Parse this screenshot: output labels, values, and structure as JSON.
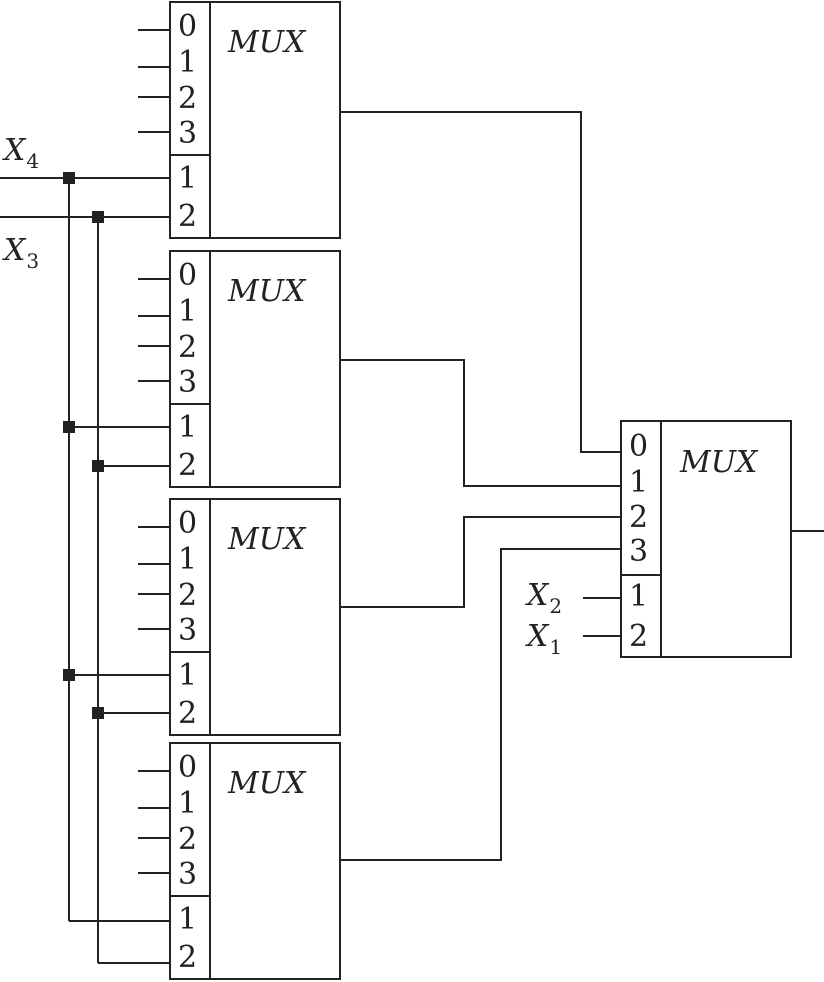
{
  "diagram": {
    "mux_title": "MUX",
    "data_inputs": [
      "0",
      "1",
      "2",
      "3"
    ],
    "select_inputs": [
      "1",
      "2"
    ],
    "signals": {
      "x4": {
        "letter": "X",
        "sub": "4"
      },
      "x3": {
        "letter": "X",
        "sub": "3"
      },
      "x2": {
        "letter": "X",
        "sub": "2"
      },
      "x1": {
        "letter": "X",
        "sub": "1"
      }
    },
    "first_level_mux_count": 4,
    "second_level_mux_count": 1
  }
}
